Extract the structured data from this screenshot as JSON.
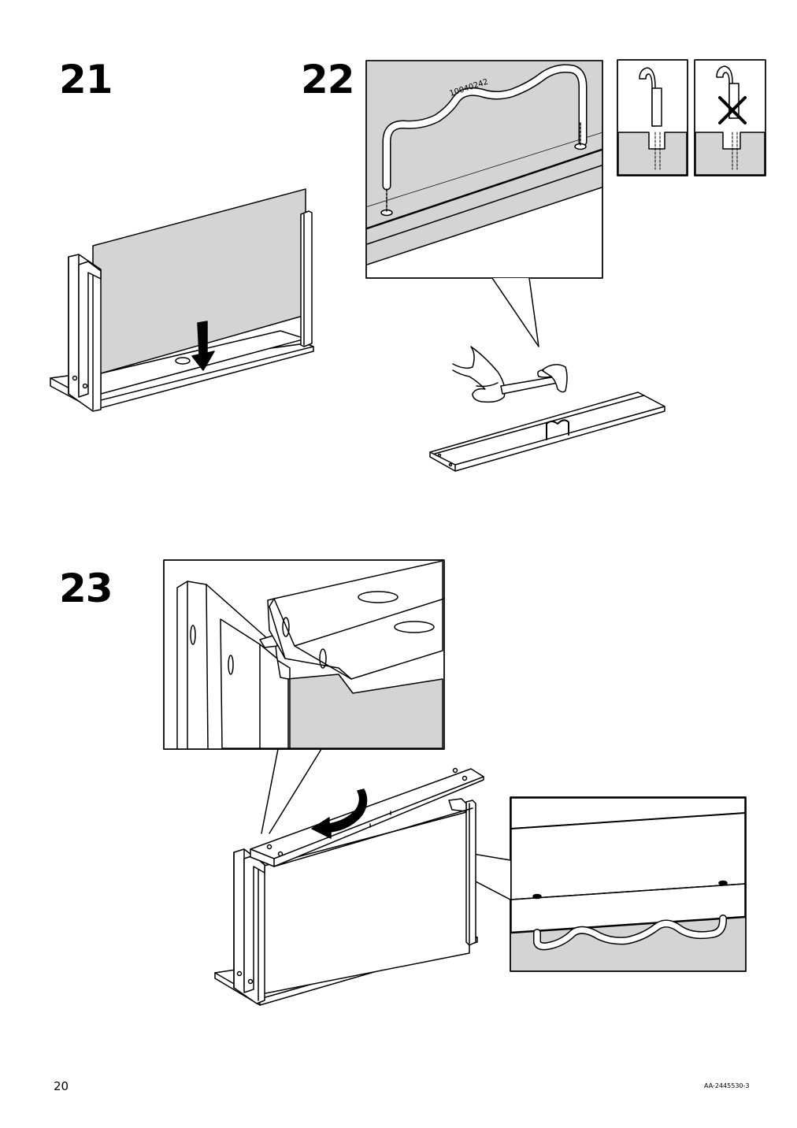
{
  "steps": {
    "step21": "21",
    "step22": "22",
    "step23": "23"
  },
  "part_code": "10040242",
  "footer": {
    "page_number": "20",
    "document_code": "AA-2445530-3"
  },
  "colors": {
    "panel_gray": "#d4d4d4",
    "line": "#000000",
    "paper": "#ffffff"
  },
  "icons": [
    "down-arrow-icon",
    "hammer-icon",
    "hand-icon",
    "wrong-mark-icon",
    "curved-arrow-icon"
  ]
}
